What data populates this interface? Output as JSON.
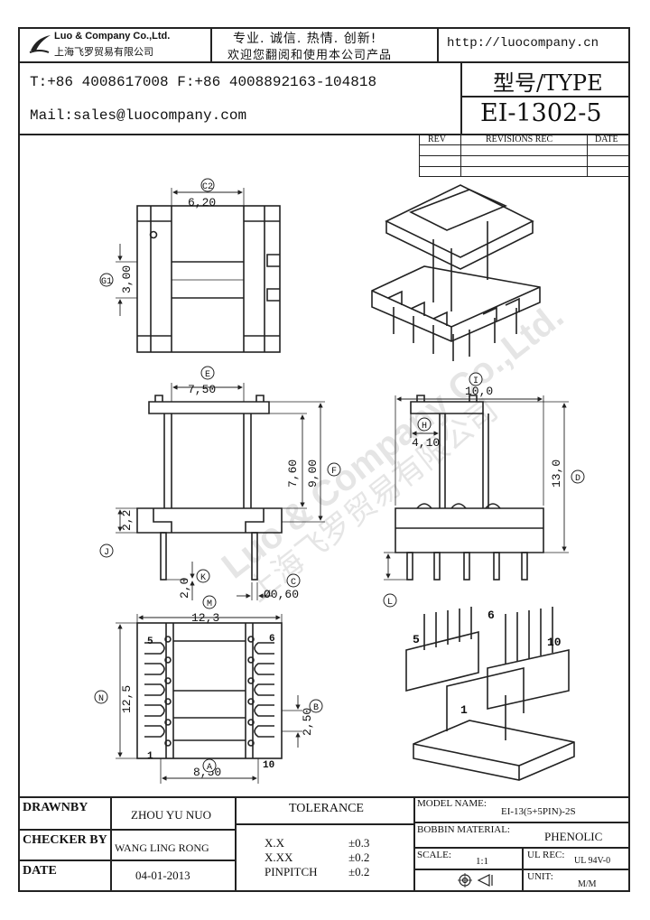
{
  "header": {
    "company_en": "Luo & Company Co.,Ltd.",
    "company_cn": "上海飞罗贸易有限公司",
    "slogan_line1": "专业. 诚信. 热情. 创新!",
    "slogan_line2": "欢迎您翻阅和使用本公司产品",
    "website": "http://luocompany.cn",
    "phone_fax": "T:+86 4008617008 F:+86 4008892163-104818",
    "email": "Mail:sales@luocompany.com",
    "type_label": "型号/TYPE",
    "model": "EI-1302-5"
  },
  "revisions": {
    "col_rev": "REV",
    "col_rec": "REVISIONS REC",
    "col_date": "DATE"
  },
  "watermark": {
    "en": "Luo & Company Co.,Ltd.",
    "cn": "上海飞罗贸易有限公司"
  },
  "dimensions": {
    "top_view": {
      "c2": "6,20",
      "g1": "3,00",
      "c2_badge": "C2",
      "g1_badge": "G1"
    },
    "front_view": {
      "e": "7,50",
      "e_badge": "E",
      "h_total": "9,00",
      "f_badge": "F",
      "h_inner": "7,60",
      "j": "2,2",
      "j_badge": "J",
      "k": "2,0",
      "k_badge": "K",
      "c": "Ø0,60",
      "c_badge": "C"
    },
    "side_view": {
      "i": "10,0",
      "i_badge": "I",
      "h": "4,10",
      "h_badge": "H",
      "d": "13,0",
      "d_badge": "D",
      "l_badge": "L"
    },
    "bottom_view": {
      "m": "12,3",
      "m_badge": "M",
      "n": "12,5",
      "n_badge": "N",
      "b": "2,50",
      "b_badge": "B",
      "a": "8,50",
      "a_badge": "A",
      "pin5": "5",
      "pin6": "6",
      "pin1": "1",
      "pin10": "10"
    },
    "iso_view": {
      "pin5": "5",
      "pin6": "6",
      "pin1": "1",
      "pin10": "10"
    }
  },
  "title_block": {
    "drawnby_label": "DRAWNBY",
    "drawnby": "ZHOU YU NUO",
    "checker_label": "CHECKER BY",
    "checker": "WANG LING RONG",
    "date_label": "DATE",
    "date": "04-01-2013",
    "tolerance_label": "TOLERANCE",
    "tol_rows": [
      {
        "name": "X.X",
        "value": "±0.3"
      },
      {
        "name": "X.XX",
        "value": "±0.2"
      },
      {
        "name": "PINPITCH",
        "value": "±0.2"
      }
    ],
    "model_name_label": "MODEL NAME:",
    "model_name": "EI-13(5+5PIN)-2S",
    "bobbin_label": "BOBBIN MATERIAL:",
    "bobbin": "PHENOLIC",
    "scale_label": "SCALE:",
    "scale": "1:1",
    "ul_label": "UL REC:",
    "ul": "UL 94V-0",
    "unit_label": "UNIT:",
    "unit": "M/M"
  }
}
